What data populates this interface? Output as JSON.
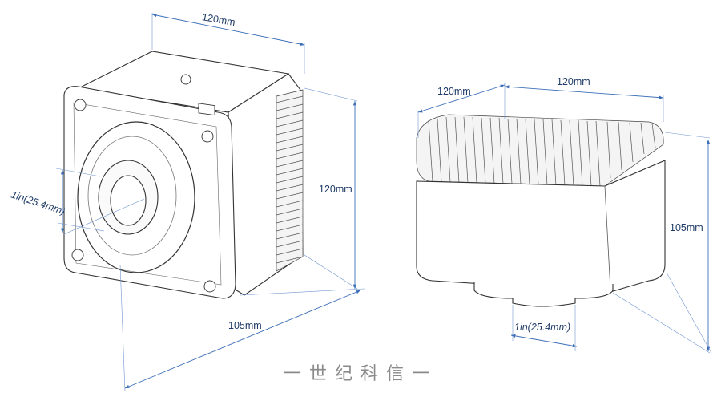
{
  "left_view": {
    "dim_top": "120mm",
    "dim_right": "120mm",
    "dim_bottom": "105mm",
    "dim_mount": "1in(25.4mm)"
  },
  "right_view": {
    "dim_top_left": "120mm",
    "dim_top_right": "120mm",
    "dim_right": "105mm",
    "dim_mount": "1in(25.4mm)"
  },
  "brand": "一世纪科信一",
  "colors": {
    "dimension": "#3d6fb8",
    "outline": "#333333",
    "brand": "#8a8a8a"
  },
  "icons": [
    "usb-port-icon",
    "power-socket-icon"
  ]
}
